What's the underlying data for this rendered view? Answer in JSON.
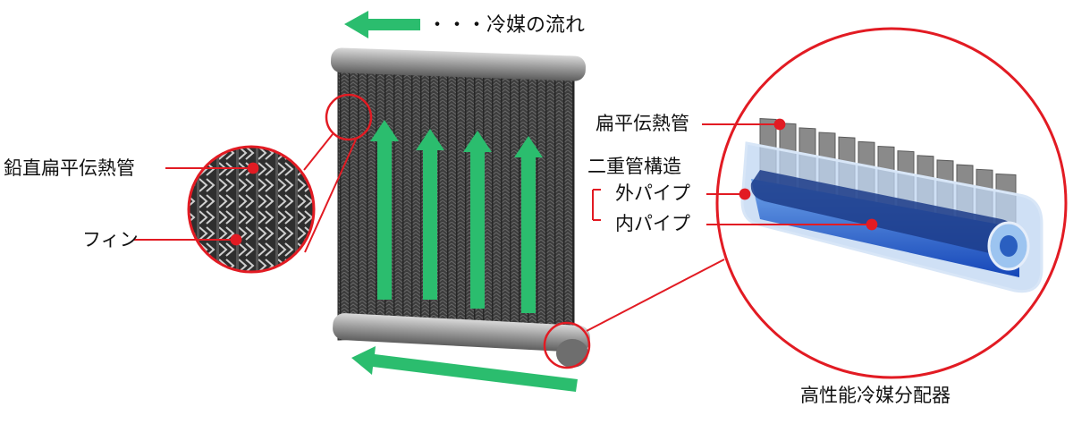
{
  "legend": {
    "flow_label": "・・・冷媒の流れ"
  },
  "left_callout": {
    "vertical_tube": "鉛直扁平伝熱管",
    "fin": "フィン"
  },
  "right_callout": {
    "flat_tube": "扁平伝熱管",
    "double_pipe": "二重管構造",
    "outer_pipe": "外パイプ",
    "inner_pipe": "内パイプ",
    "distributor": "高性能冷媒分配器"
  },
  "colors": {
    "flow": "#2bbd6e",
    "callout": "#e21b23",
    "core": "#3a3a3a",
    "header": "#9a9a9a",
    "refrigerant": "#1f5fd0"
  }
}
